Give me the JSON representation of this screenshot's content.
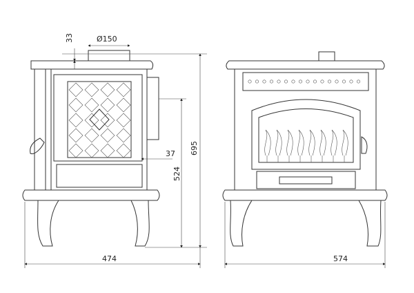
{
  "dimensions": {
    "top_offset": "33",
    "flue_diameter": "Ø150",
    "side_box_depth": "37",
    "flue_height": "524",
    "total_height": "695",
    "side_width": "474",
    "front_width": "574"
  },
  "colors": {
    "line": "#333333",
    "background": "#ffffff"
  }
}
